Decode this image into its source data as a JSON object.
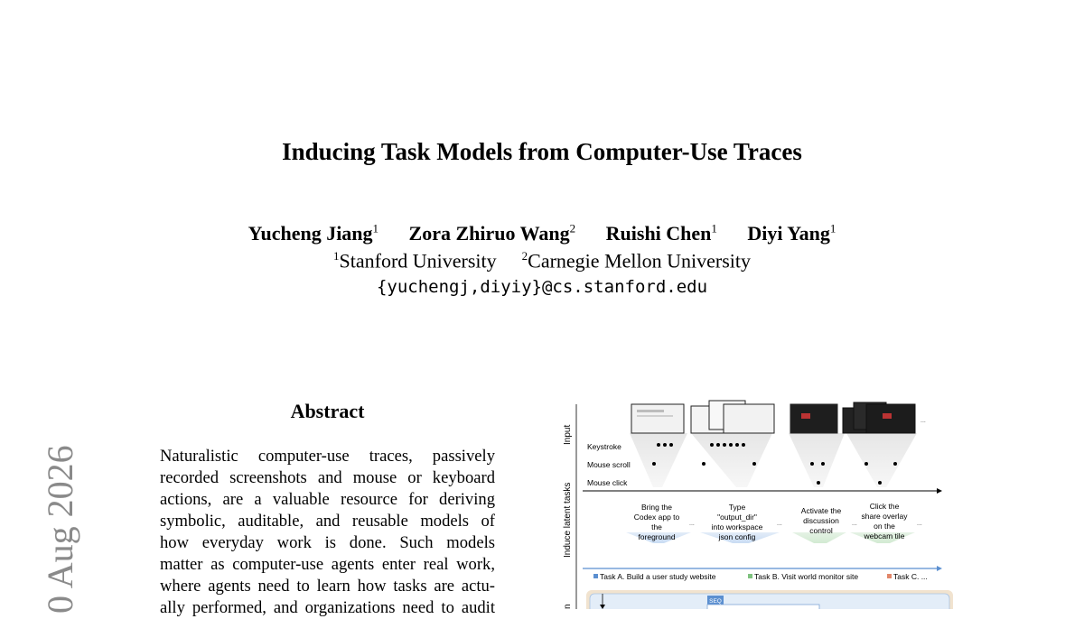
{
  "paper": {
    "title": "Inducing Task Models from Computer-Use Traces",
    "authors": [
      {
        "name": "Yucheng Jiang",
        "affil": "1"
      },
      {
        "name": "Zora Zhiruo Wang",
        "affil": "2"
      },
      {
        "name": "Ruishi Chen",
        "affil": "1"
      },
      {
        "name": "Diyi Yang",
        "affil": "1"
      }
    ],
    "affiliations": [
      {
        "num": "1",
        "name": "Stanford University"
      },
      {
        "num": "2",
        "name": "Carnegie Mellon University"
      }
    ],
    "email": "{yuchengj,diyiy}@cs.stanford.edu",
    "abstract_heading": "Abstract",
    "abstract_lines": [
      "Naturalistic computer-use traces, passively",
      "recorded screenshots and mouse or keyboard",
      "actions, are a valuable resource for deriving",
      "symbolic, auditable, and reusable models of",
      "how everyday work is done.  Such models",
      "matter as computer-use agents enter real work,",
      "where agents need to learn how tasks are actu-",
      "ally performed, and organizations need to audit"
    ],
    "arxiv_stamp": "0 Aug 2026"
  },
  "figure": {
    "row_labels": {
      "input": "Input",
      "induce": "Induce latent tasks",
      "bottom": "n"
    },
    "action_labels": [
      "Keystroke",
      "Mouse scroll",
      "Mouse click"
    ],
    "steps": [
      {
        "lines": [
          "Bring the",
          "Codex app to",
          "the",
          "foreground"
        ]
      },
      {
        "lines": [
          "Type",
          "\"output_dir\"",
          "into workspace",
          "json config"
        ]
      },
      {
        "lines": [
          "Activate the",
          "discussion",
          "control"
        ]
      },
      {
        "lines": [
          "Click the",
          "share overlay",
          "on the",
          "webcam tile"
        ]
      }
    ],
    "ellipsis": "...",
    "tasks_legend": [
      {
        "label": "Task A. Build a user study website",
        "color": "#5b8fd0"
      },
      {
        "label": "Task B. Visit world monitor site",
        "color": "#7fc27f"
      },
      {
        "label": "Task C. ...",
        "color": "#e2876a"
      }
    ],
    "seq_badge": "SEQ"
  }
}
